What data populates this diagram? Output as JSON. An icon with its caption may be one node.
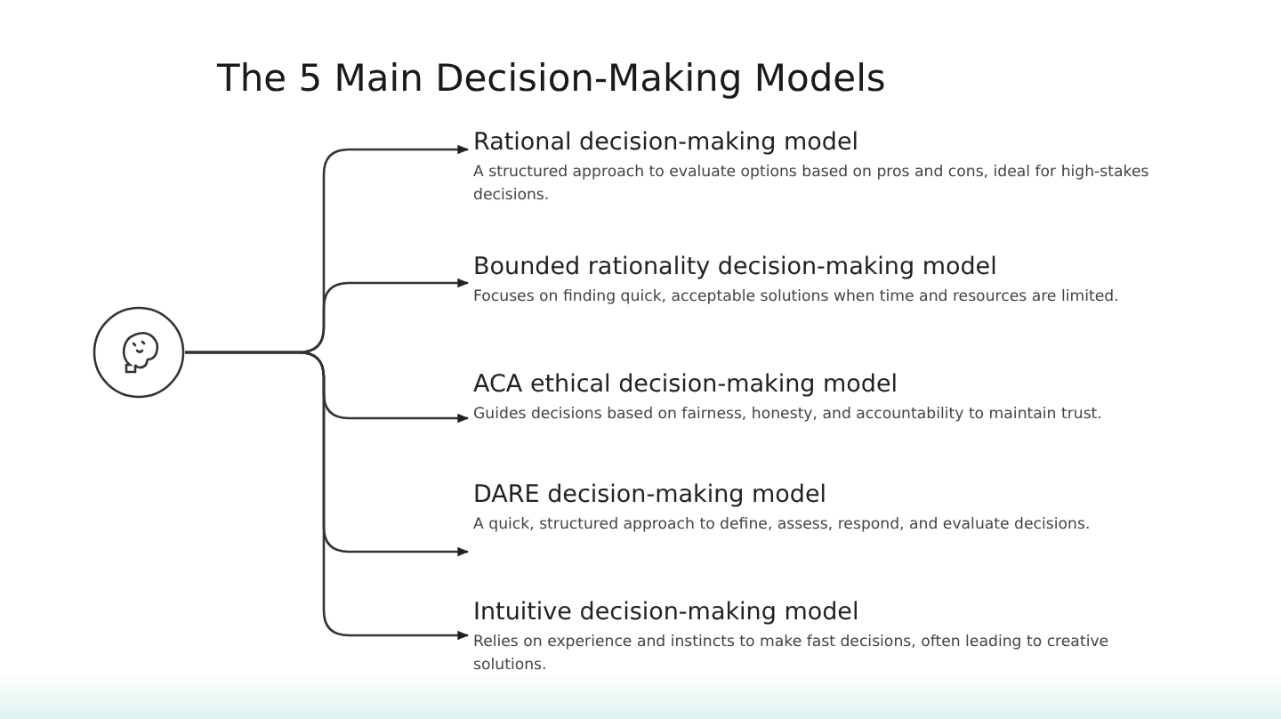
{
  "diagram": {
    "title": "The 5 Main Decision-Making Models",
    "nodes": [
      {
        "text": [],
        "shape": "circle"
      },
      {
        "text": [
          "Rational decision-making model",
          "A structured approach to evaluate options based on pros and cons, ideal for high-stakes decisions."
        ]
      },
      {
        "text": [
          "Bounded rationality decision-making model",
          "Focuses on finding quick, acceptable solutions when time and resources are limited."
        ]
      },
      {
        "text": [
          "ACA ethical decision-making model",
          "Guides decisions based on fairness, honesty, and accountability to maintain trust."
        ]
      },
      {
        "text": [
          "DARE decision-making model",
          "A quick, structured approach to define, assess, respond, and evaluate decisions."
        ]
      },
      {
        "text": [
          "Intuitive decision-making model",
          "Relies on experience and instincts to make fast decisions, often leading to creative solutions."
        ]
      }
    ],
    "edges": [
      {
        "from": 0,
        "to": 1,
        "arrow": "to"
      },
      {
        "from": 0,
        "to": 2,
        "arrow": "to"
      },
      {
        "from": 0,
        "to": 3,
        "arrow": "to"
      },
      {
        "from": 0,
        "to": 4,
        "arrow": "to"
      },
      {
        "from": 0,
        "to": 5,
        "arrow": "to"
      }
    ]
  }
}
